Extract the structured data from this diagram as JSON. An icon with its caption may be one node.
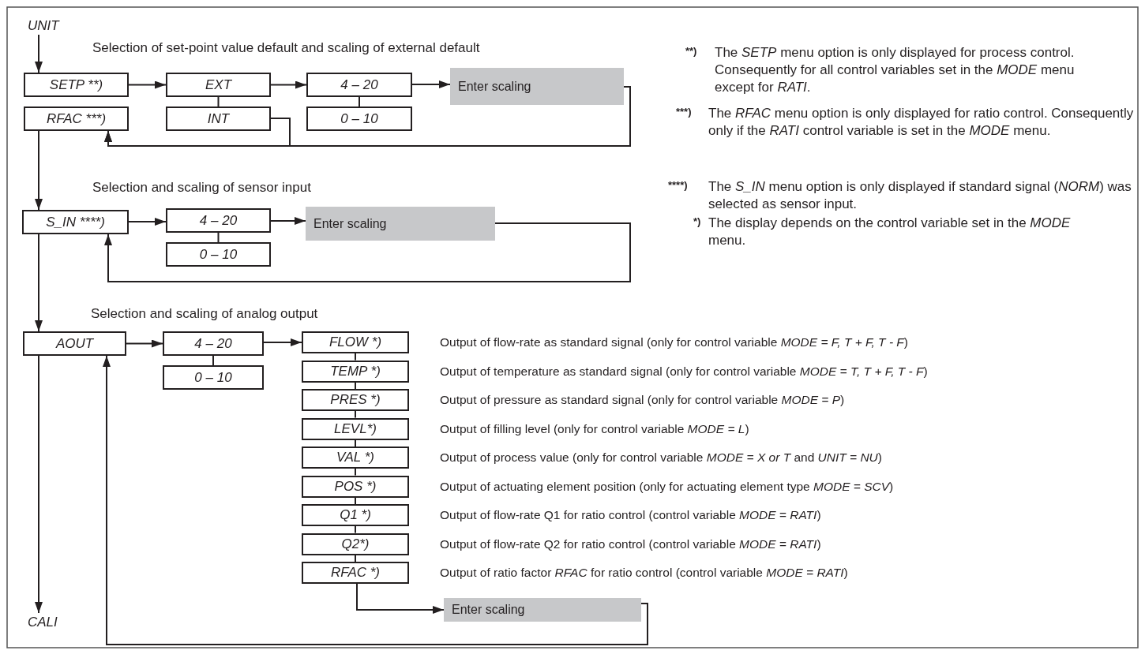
{
  "diagram": {
    "nodes": [
      {
        "text": [
          "UNIT"
        ]
      },
      {
        "text": [
          "SETP **)"
        ]
      },
      {
        "text": [
          "RFAC ***)"
        ]
      },
      {
        "text": [
          "EXT"
        ]
      },
      {
        "text": [
          "INT"
        ]
      },
      {
        "text": [
          "4 – 20"
        ]
      },
      {
        "text": [
          "0 – 10"
        ]
      },
      {
        "text": [
          "Enter scaling"
        ]
      },
      {
        "text": [
          "S_IN ****)"
        ]
      },
      {
        "text": [
          "4 – 20"
        ]
      },
      {
        "text": [
          "0 – 10"
        ]
      },
      {
        "text": [
          "Enter scaling"
        ]
      },
      {
        "text": [
          "AOUT"
        ]
      },
      {
        "text": [
          "4 – 20"
        ]
      },
      {
        "text": [
          "0 – 10"
        ]
      },
      {
        "text": [
          "FLOW *)"
        ],
        "beside": [
          "Output of flow-rate as standard signal (only for control variable *MODE = F, T + F, T - F*)"
        ]
      },
      {
        "text": [
          "TEMP *)"
        ],
        "beside": [
          "Output of temperature as standard signal (only for control variable *MODE = T, T + F, T - F*)"
        ]
      },
      {
        "text": [
          "PRES *)"
        ],
        "beside": [
          "Output of pressure as standard signal (only for control variable *MODE = P*)"
        ]
      },
      {
        "text": [
          "LEVL*)"
        ],
        "beside": [
          "Output of filling level (only for control variable *MODE = L*)"
        ]
      },
      {
        "text": [
          "VAL *)"
        ],
        "beside": [
          "Output of process value (only for control variable *MODE = X or T* and *UNIT = NU*)"
        ]
      },
      {
        "text": [
          "POS *)"
        ],
        "beside": [
          "Output of actuating element position (only for actuating element type *MODE = SCV*)"
        ]
      },
      {
        "text": [
          "Q1 *)"
        ],
        "beside": [
          "Output of flow-rate Q1 for ratio control (control variable *MODE = RATI*)"
        ]
      },
      {
        "text": [
          "Q2*)"
        ],
        "beside": [
          "Output of flow-rate Q2 for ratio control (control variable *MODE = RATI*)"
        ]
      },
      {
        "text": [
          "RFAC *)"
        ],
        "beside": [
          "Output of ratio factor *RFAC* for ratio control (control variable *MODE = RATI*)"
        ]
      },
      {
        "text": [
          "Enter scaling"
        ]
      },
      {
        "text": [
          "CALI"
        ]
      }
    ],
    "edges": [
      {
        "from": 0,
        "to": 1,
        "arrow": "to"
      },
      {
        "from": 1,
        "to": 3,
        "arrow": "to"
      },
      {
        "from": 3,
        "to": 5,
        "arrow": "to"
      },
      {
        "from": 5,
        "to": 7,
        "arrow": "to"
      },
      {
        "from": 3,
        "to": 4,
        "arrow": "none"
      },
      {
        "from": 5,
        "to": 6,
        "arrow": "none"
      },
      {
        "from": 7,
        "to": 2,
        "arrow": "to"
      },
      {
        "from": 4,
        "to": 2,
        "arrow": "to"
      },
      {
        "from": 2,
        "to": 8,
        "arrow": "to"
      },
      {
        "from": 8,
        "to": 9,
        "arrow": "to"
      },
      {
        "from": 9,
        "to": 10,
        "arrow": "none"
      },
      {
        "from": 9,
        "to": 11,
        "arrow": "to"
      },
      {
        "from": 11,
        "to": 8,
        "arrow": "to"
      },
      {
        "from": 8,
        "to": 12,
        "arrow": "to"
      },
      {
        "from": 12,
        "to": 13,
        "arrow": "to"
      },
      {
        "from": 13,
        "to": 14,
        "arrow": "none"
      },
      {
        "from": 13,
        "to": 15,
        "arrow": "to"
      },
      {
        "from": 15,
        "to": 16,
        "arrow": "none"
      },
      {
        "from": 16,
        "to": 17,
        "arrow": "none"
      },
      {
        "from": 17,
        "to": 18,
        "arrow": "none"
      },
      {
        "from": 18,
        "to": 19,
        "arrow": "none"
      },
      {
        "from": 19,
        "to": 20,
        "arrow": "none"
      },
      {
        "from": 20,
        "to": 21,
        "arrow": "none"
      },
      {
        "from": 21,
        "to": 22,
        "arrow": "none"
      },
      {
        "from": 22,
        "to": 23,
        "arrow": "none"
      },
      {
        "from": 23,
        "to": 24,
        "arrow": "to"
      },
      {
        "from": 24,
        "to": 12,
        "arrow": "to"
      },
      {
        "from": 12,
        "to": 25,
        "arrow": "to"
      }
    ],
    "labels": [
      "Selection of set-point value default and scaling of external default",
      "**)",
      "The *SETP* menu option is only displayed for process control. Consequently for all control variables set in the *MODE* menu except for *RATI*.",
      "***)",
      "The *RFAC* menu option is only displayed for ratio control. Consequently only if the *RATI* control variable is set in the *MODE* menu.",
      "Selection and scaling of sensor input",
      "****)",
      "The *S_IN* menu option is only displayed if standard signal (*NORM*) was selected as sensor input.",
      "*)",
      "The display depends on the control variable set in the *MODE* menu.",
      "Selection and scaling of analog output"
    ]
  }
}
